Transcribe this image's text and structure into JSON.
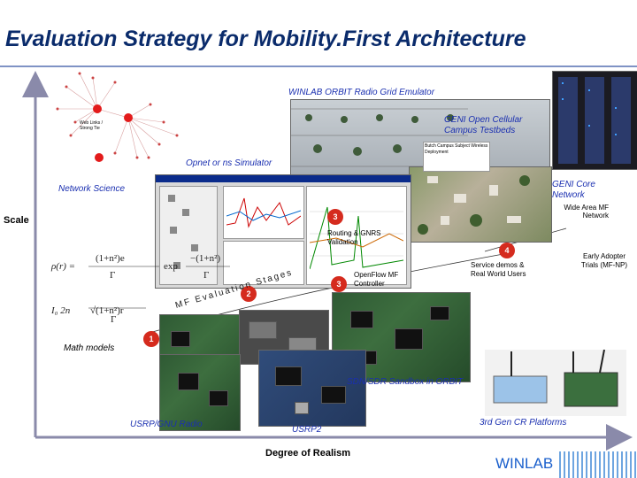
{
  "title": "Evaluation Strategy for Mobility.First Architecture",
  "axes": {
    "y_label": "Scale",
    "x_label": "Degree of Realism"
  },
  "labels": {
    "winlab_orbit": "WINLAB ORBIT Radio Grid Emulator",
    "geni_cellular": "GENI Open Cellular Campus Testbeds",
    "opnet": "Opnet or ns Simulator",
    "network_science": "Network Science",
    "geni_core": "GENI Core Network",
    "wide_area": "Wide Area MF Network",
    "routing": "Routing & GNRS Validation",
    "service_demos": "Service demos & Real World Users",
    "early_adopter": "Early Adopter Trials (MF-NP)",
    "openflow": "OpenFlow MF Controller",
    "math_models": "Math models",
    "sdn": "SDN/SDR Sandbox in ORBIT",
    "usrp_gnu": "USRP/GNU Radio",
    "usrp2": "USRP2",
    "cr_platform": "3rd Gen CR Platforms",
    "stages": "MF Evaluation Stages",
    "graph_node_label": "Web Links / Strong Tie",
    "campus_map_label": "Butch Campus Subject Wireless Deployment"
  },
  "badges": [
    "3",
    "4",
    "3",
    "2",
    "1"
  ],
  "logo": "WINLAB",
  "colors": {
    "title": "#0a2b6b",
    "badge": "#d52b1e",
    "label_blue": "#1a2fb0",
    "arrow": "#8a8aaa"
  }
}
